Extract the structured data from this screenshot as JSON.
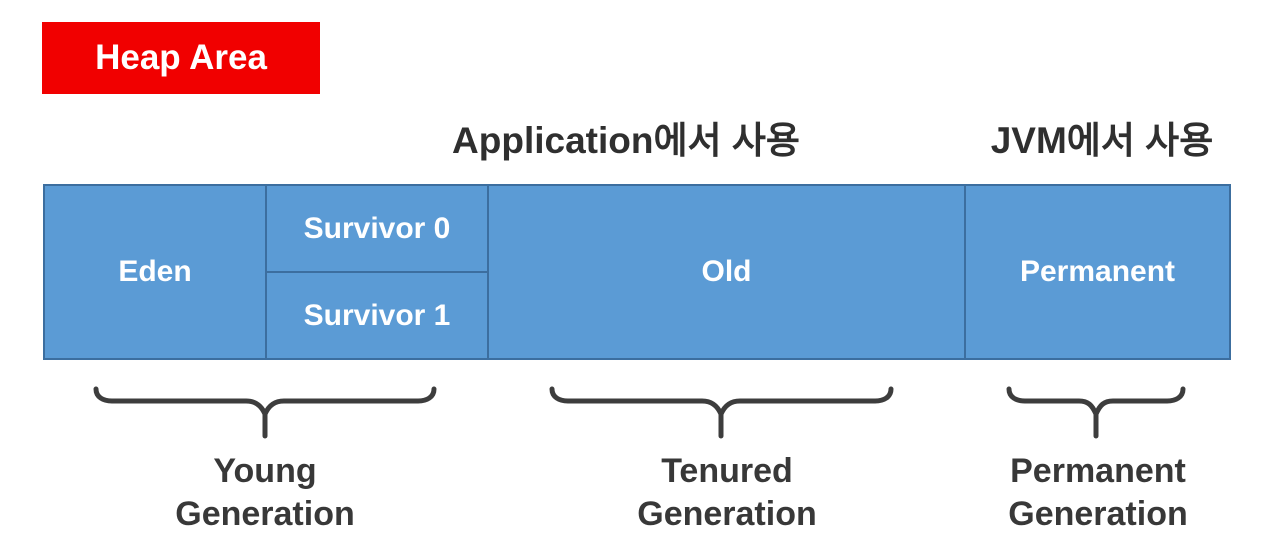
{
  "title_badge": {
    "label": "Heap Area",
    "background": "#f10000",
    "text_color": "#ffffff"
  },
  "annotations": {
    "application_usage": "Application에서 사용",
    "jvm_usage": "JVM에서 사용"
  },
  "heap_bar": {
    "fill": "#5b9bd5",
    "border": "#3c6e9f",
    "text_color": "#ffffff",
    "sections": {
      "eden": "Eden",
      "survivor0": "Survivor 0",
      "survivor1": "Survivor 1",
      "old": "Old",
      "permanent": "Permanent"
    }
  },
  "generations": {
    "young": {
      "line1": "Young",
      "line2": "Generation"
    },
    "tenured": {
      "line1": "Tenured",
      "line2": "Generation"
    },
    "permanent": {
      "line1": "Permanent",
      "line2": "Generation"
    }
  },
  "colors": {
    "brace": "#3d3d3d",
    "annotation_text": "#2f2f2f",
    "generation_text": "#383838"
  }
}
